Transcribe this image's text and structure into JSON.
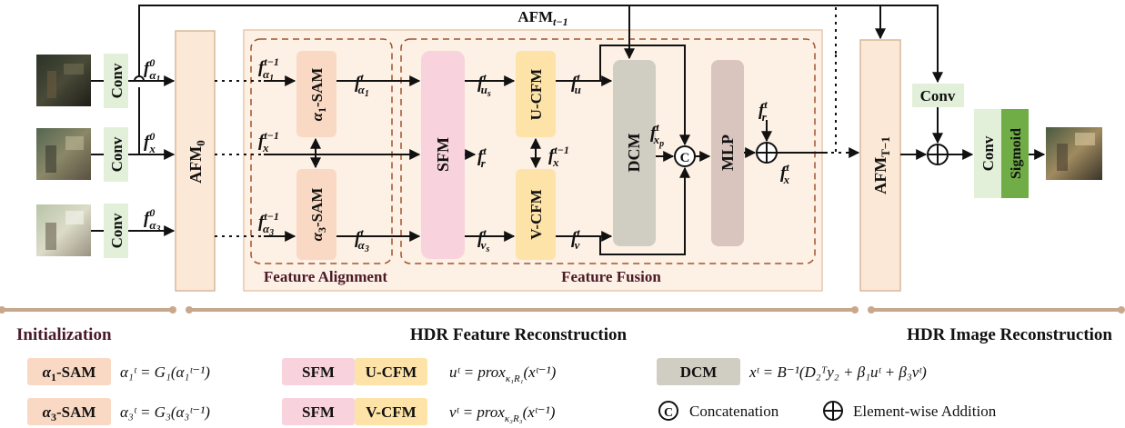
{
  "colors": {
    "conv_green": "#e2f0d9",
    "sigmoid_green": "#70ad47",
    "afm_fill": "#fce8d6",
    "afm_region": "#fdf0e4",
    "sam_fill": "#f9d9c3",
    "sfm_fill": "#f8d3de",
    "cfm_fill": "#fde3a7",
    "gray_fill": "#d0cdc3",
    "dashed_border": "#a0522d",
    "section_line": "#c8a88c",
    "dark_text": "#4a1a2a"
  },
  "inputs": [
    {
      "name": "input-image-1",
      "conv": "Conv",
      "feature": "f",
      "sup": "0",
      "sub": "α",
      "subsub": "1"
    },
    {
      "name": "input-image-2",
      "conv": "Conv",
      "feature": "f",
      "sup": "0",
      "sub": "x",
      "subsub": ""
    },
    {
      "name": "input-image-3",
      "conv": "Conv",
      "feature": "f",
      "sup": "0",
      "sub": "α",
      "subsub": "3"
    }
  ],
  "afm0": {
    "main": "AFM",
    "sub": "0"
  },
  "afm_top": {
    "main": "AFM",
    "sub": "t−1"
  },
  "afm_last": {
    "main": "AFM",
    "sub": "T−1"
  },
  "modules": {
    "sam1": {
      "prefix": "α",
      "num": "1",
      "suffix": "-SAM"
    },
    "sam3": {
      "prefix": "α",
      "num": "3",
      "suffix": "-SAM"
    },
    "sfm": "SFM",
    "ucfm": "U-CFM",
    "vcfm": "V-CFM",
    "dcm": "DCM",
    "mlp": "MLP",
    "concat": "C",
    "conv_out": "Conv",
    "conv_sig": "Conv",
    "sigmoid": "Sigmoid"
  },
  "features": {
    "in_a1": {
      "b": "f",
      "sup": "t−1",
      "sub": "α",
      "ss": "1"
    },
    "in_x": {
      "b": "f",
      "sup": "t−1",
      "sub": "x",
      "ss": ""
    },
    "in_a3": {
      "b": "f",
      "sup": "t−1",
      "sub": "α",
      "ss": "3"
    },
    "out_a1": {
      "b": "f",
      "sup": "t",
      "sub": "α",
      "ss": "1"
    },
    "out_a3": {
      "b": "f",
      "sup": "t",
      "sub": "α",
      "ss": "3"
    },
    "us": {
      "b": "f",
      "sup": "t",
      "sub": "u",
      "ss": "s"
    },
    "r_mid": {
      "b": "f",
      "sup": "t",
      "sub": "r",
      "ss": ""
    },
    "vs": {
      "b": "f",
      "sup": "t",
      "sub": "v",
      "ss": "s"
    },
    "u": {
      "b": "f",
      "sup": "t",
      "sub": "u",
      "ss": ""
    },
    "x_prev": {
      "b": "f",
      "sup": "t−1",
      "sub": "x",
      "ss": ""
    },
    "v": {
      "b": "f",
      "sup": "t",
      "sub": "v",
      "ss": ""
    },
    "xp": {
      "b": "f",
      "sup": "t",
      "sub": "x",
      "ss": "p"
    },
    "r_top": {
      "b": "f",
      "sup": "t",
      "sub": "r",
      "ss": ""
    },
    "x_out": {
      "b": "f",
      "sup": "t",
      "sub": "x",
      "ss": ""
    }
  },
  "region_labels": {
    "alignment": "Feature Alignment",
    "fusion": "Feature Fusion"
  },
  "sections": {
    "init": "Initialization",
    "feature": "HDR Feature Reconstruction",
    "image": "HDR Image Reconstruction"
  },
  "legend": {
    "sam1_badge": {
      "prefix": "α",
      "num": "1",
      "suffix": "-SAM"
    },
    "sam1_eq": "α₁ᵗ = G₁(α₁ᵗ⁻¹)",
    "sam3_badge": {
      "prefix": "α",
      "num": "3",
      "suffix": "-SAM"
    },
    "sam3_eq": "α₃ᵗ = G₃(α₃ᵗ⁻¹)",
    "sfm": "SFM",
    "ucfm": "U-CFM",
    "ucfm_eq": "uᵗ = prox",
    "ucfm_eq_sub": "κ₁R₁",
    "ucfm_eq_tail": "(xᵗ⁻¹)",
    "vcfm": "V-CFM",
    "vcfm_eq": "vᵗ = prox",
    "vcfm_eq_sub": "κ₃R₃",
    "vcfm_eq_tail": "(xᵗ⁻¹)",
    "dcm": "DCM",
    "dcm_eq": "xᵗ = B⁻¹(D₂ᵀy₂ + β₁uᵗ + β₃vᵗ)",
    "concat_symbol": "C",
    "concat_label": "Concatenation",
    "add_label": "Element-wise Addition"
  }
}
